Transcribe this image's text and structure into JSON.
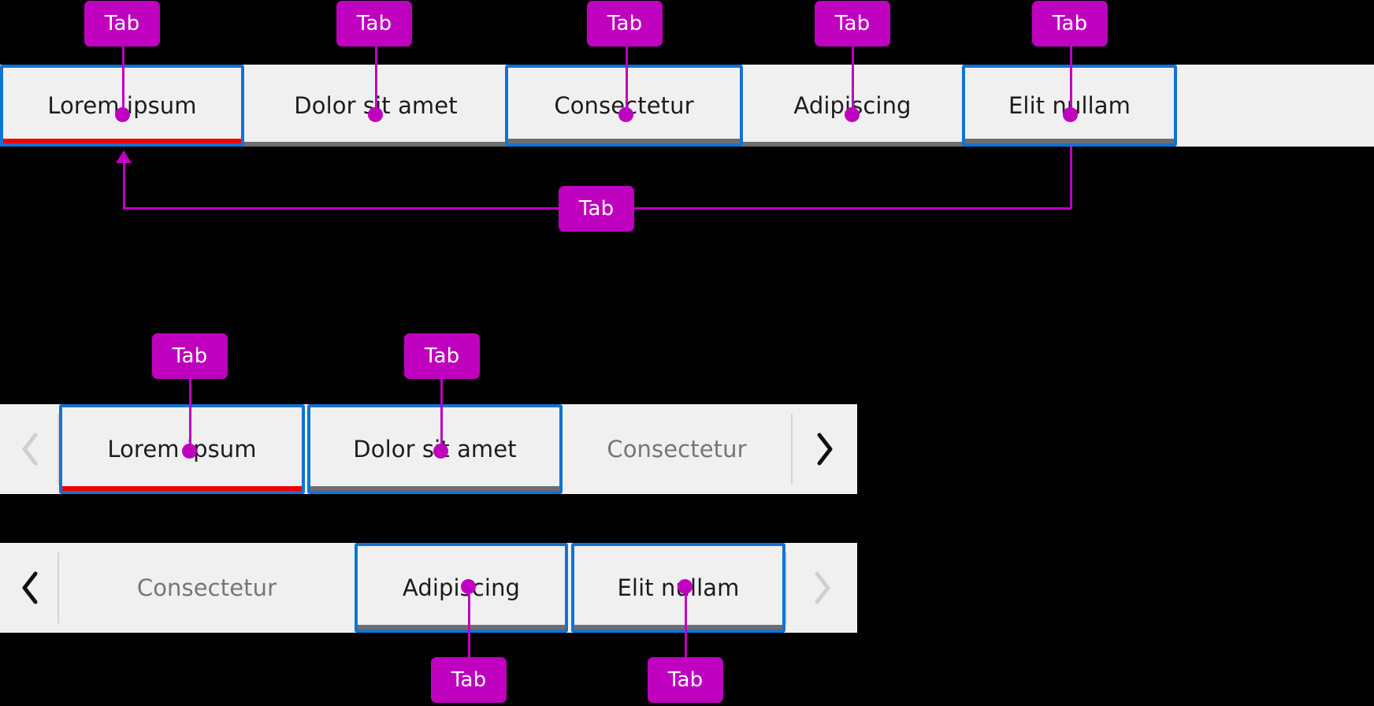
{
  "annotation": {
    "badge_label": "Tab",
    "badge_color": "#bf00bf",
    "line_color": "#bf00bf"
  },
  "theme": {
    "bar_background": "#f0f0f0",
    "focus_outline": "#1272d3",
    "selected_underline": "#ef0000",
    "unselected_underline": "#6e6e6e",
    "text_color": "#1c1c1c",
    "muted_text_color": "#767676",
    "page_background": "#000000"
  },
  "bars": [
    {
      "name": "full-width-tab-bar",
      "scrollable": false,
      "tabs": [
        {
          "label": "Lorem ipsum",
          "outlined": true,
          "selected": true,
          "muted": false
        },
        {
          "label": "Dolor sit amet",
          "outlined": false,
          "selected": false,
          "muted": false
        },
        {
          "label": "Consectetur",
          "outlined": true,
          "selected": false,
          "muted": false
        },
        {
          "label": "Adipiscing",
          "outlined": false,
          "selected": false,
          "muted": false
        },
        {
          "label": "Elit nullam",
          "outlined": true,
          "selected": false,
          "muted": false
        }
      ]
    },
    {
      "name": "scrollable-tab-bar-start",
      "scrollable": true,
      "prev_icon": "chevron-left-icon",
      "next_icon": "chevron-right-icon",
      "prev_enabled": false,
      "next_enabled": true,
      "tabs": [
        {
          "label": "Lorem ipsum",
          "outlined": true,
          "selected": true,
          "muted": false
        },
        {
          "label": "Dolor sit amet",
          "outlined": true,
          "selected": false,
          "muted": false
        },
        {
          "label": "Consectetur",
          "outlined": false,
          "selected": false,
          "muted": true
        }
      ]
    },
    {
      "name": "scrollable-tab-bar-end",
      "scrollable": true,
      "prev_icon": "chevron-left-icon",
      "next_icon": "chevron-right-icon",
      "prev_enabled": true,
      "next_enabled": false,
      "tabs": [
        {
          "label": "Consectetur",
          "outlined": false,
          "selected": false,
          "muted": true
        },
        {
          "label": "Adipiscing",
          "outlined": true,
          "selected": false,
          "muted": false
        },
        {
          "label": "Elit nullam",
          "outlined": true,
          "selected": false,
          "muted": false
        }
      ]
    }
  ],
  "callouts": [
    {
      "id": "c1",
      "label": "Tab",
      "target": "bar1-tab-lorem-ipsum"
    },
    {
      "id": "c2",
      "label": "Tab",
      "target": "bar1-tab-dolor-sit-amet"
    },
    {
      "id": "c3",
      "label": "Tab",
      "target": "bar1-tab-consectetur"
    },
    {
      "id": "c4",
      "label": "Tab",
      "target": "bar1-tab-adipiscing"
    },
    {
      "id": "c5",
      "label": "Tab",
      "target": "bar1-tab-elit-nullam"
    },
    {
      "id": "c6",
      "label": "Tab",
      "target": "bar1-selected-indicator"
    },
    {
      "id": "c7",
      "label": "Tab",
      "target": "bar2-tab-lorem-ipsum"
    },
    {
      "id": "c8",
      "label": "Tab",
      "target": "bar2-tab-dolor-sit-amet"
    },
    {
      "id": "c9",
      "label": "Tab",
      "target": "bar3-tab-adipiscing"
    },
    {
      "id": "c10",
      "label": "Tab",
      "target": "bar3-tab-elit-nullam"
    }
  ]
}
